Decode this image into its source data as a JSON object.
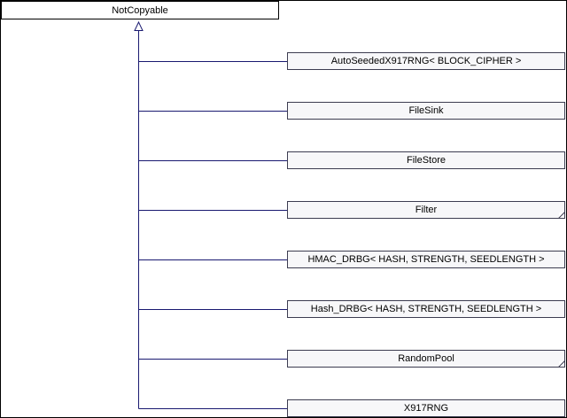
{
  "diagram": {
    "type": "inheritance-graph",
    "root": {
      "label": "NotCopyable"
    },
    "children": [
      {
        "label": "AutoSeededX917RNG< BLOCK_CIPHER >",
        "truncated": false
      },
      {
        "label": "FileSink",
        "truncated": false
      },
      {
        "label": "FileStore",
        "truncated": false
      },
      {
        "label": "Filter",
        "truncated": true
      },
      {
        "label": "HMAC_DRBG< HASH, STRENGTH, SEEDLENGTH >",
        "truncated": false
      },
      {
        "label": "Hash_DRBG< HASH, STRENGTH, SEEDLENGTH >",
        "truncated": false
      },
      {
        "label": "RandomPool",
        "truncated": true
      },
      {
        "label": "X917RNG",
        "truncated": false
      }
    ],
    "colors": {
      "edge": "#191970",
      "node_border": "#3c3c50",
      "node_fill": "#f7f7f9",
      "root_fill": "#ffffff",
      "background": "#ffffff"
    }
  }
}
